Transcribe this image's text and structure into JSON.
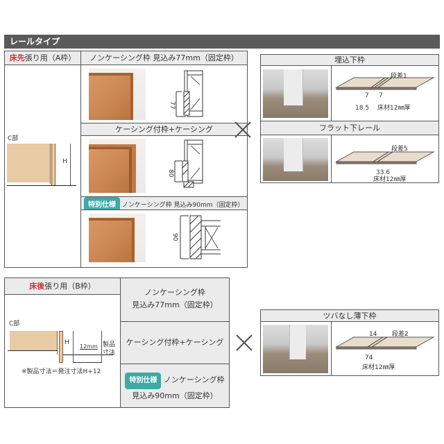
{
  "header": {
    "title": "レールタイプ"
  },
  "section_a": {
    "title_red": "床先",
    "title_rest": "張り用（A枠）",
    "diagram": {
      "part_label": "C部",
      "height_label": "H"
    },
    "frames": [
      {
        "label": "ノンケーシング枠 見込み77mm（固定枠）",
        "dimension": "77"
      },
      {
        "label": "ケーシング付枠+ケーシング",
        "dimension": "80"
      },
      {
        "badge": "特別仕様",
        "label": "ノンケーシング枠 見込み90mm（固定枠）",
        "dimension": "90"
      }
    ]
  },
  "section_b": {
    "title_red": "床後",
    "title_rest": "張り用（B枠）",
    "diagram": {
      "part_label": "C部",
      "height_label": "H",
      "offset_label": "12mm",
      "product_label_1": "製品",
      "product_label_2": "寸法",
      "note": "※製品寸法＝発注寸法H+12"
    },
    "frames": [
      {
        "label_line1": "ノンケーシング枠",
        "label_line2": "見込み77mm（固定枠）"
      },
      {
        "label_line1": "ケーシング付枠+ケーシング"
      },
      {
        "badge": "特別仕様",
        "label_line1": "ノンケーシング枠",
        "label_line2": "見込み90mm（固定枠）"
      }
    ]
  },
  "combine_symbol": "×",
  "rails": [
    {
      "title": "埋込下枠",
      "step": "段差1",
      "dims": [
        "7",
        "7",
        "18.5"
      ],
      "floor": "床材12㎜厚"
    },
    {
      "title": "フラット下レール",
      "step": "段差5",
      "dims": [
        "33.6"
      ],
      "floor": "床材12㎜厚"
    },
    {
      "title": "ツバなし薄下枠",
      "step": "段差2",
      "dims": [
        "14",
        "74"
      ],
      "floor": "床材12㎜厚"
    }
  ],
  "colors": {
    "header_bg": "#5a5a5a",
    "accent_red": "#d0303a",
    "badge_teal": "#3fa9a5",
    "cell_gray": "#ebebeb"
  }
}
